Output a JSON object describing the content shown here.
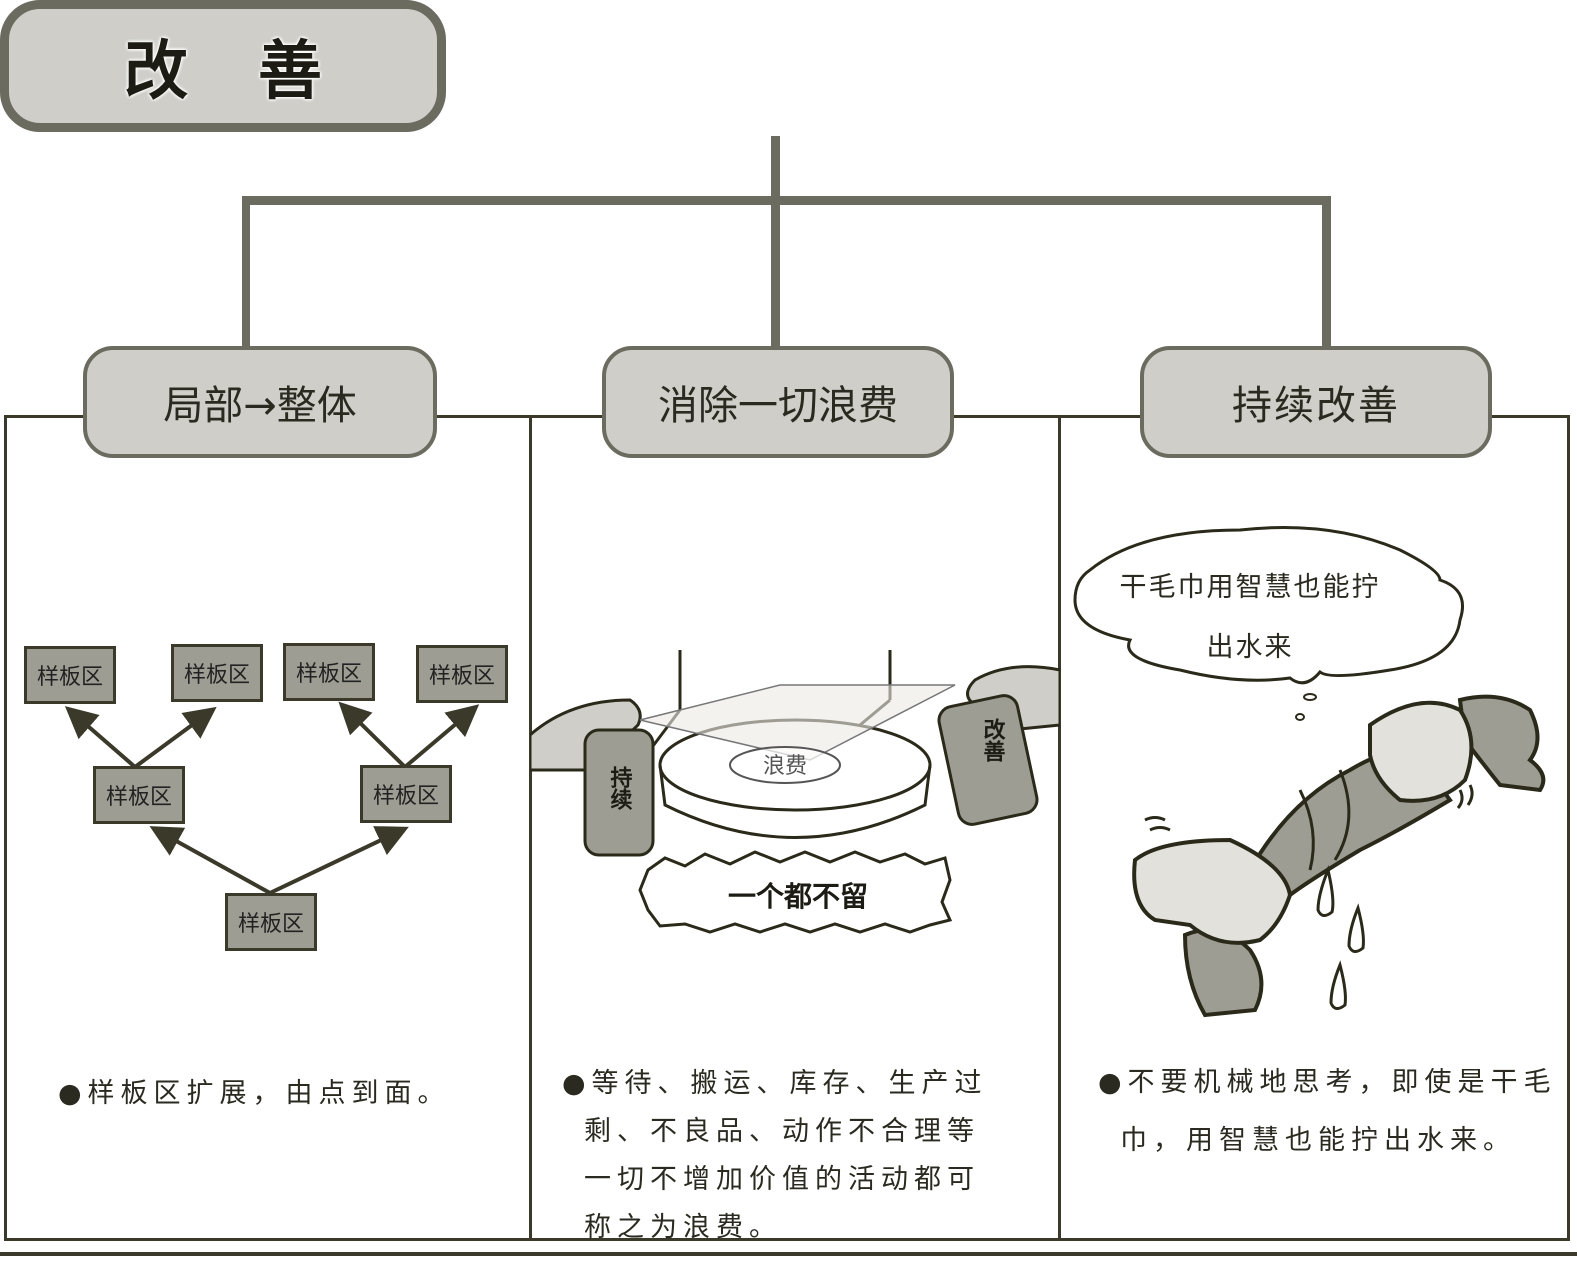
{
  "root": {
    "title": "改善"
  },
  "categories": [
    {
      "title": "局部→整体",
      "illustration": {
        "type": "tree",
        "node_label": "样板区",
        "levels": [
          1,
          2,
          4
        ]
      },
      "note": "●样板区扩展，由点到面。"
    },
    {
      "title": "消除一切浪费",
      "illustration": {
        "type": "cartoon",
        "left_bottle_label": "持续",
        "right_bottle_label": "改善",
        "creature_label": "浪费",
        "banner_text": "一个都不留"
      },
      "note_lines": [
        "●等待、搬运、库存、生产过",
        "剩、不良品、动作不合理等",
        "一切不增加价值的活动都可",
        "称之为浪费。"
      ]
    },
    {
      "title": "持续改善",
      "illustration": {
        "type": "cartoon",
        "thought_bubble_lines": [
          "干毛巾用智慧也能拧",
          "出水来"
        ]
      },
      "note_lines": [
        "●不要机械地思考，即使是干毛",
        "巾，用智慧也能拧出水来。"
      ]
    }
  ],
  "colors": {
    "box_fill": "#cfcec8",
    "box_border": "#6b6b60",
    "sample_fill": "#9e9d93",
    "ink": "#3b3a2a"
  }
}
